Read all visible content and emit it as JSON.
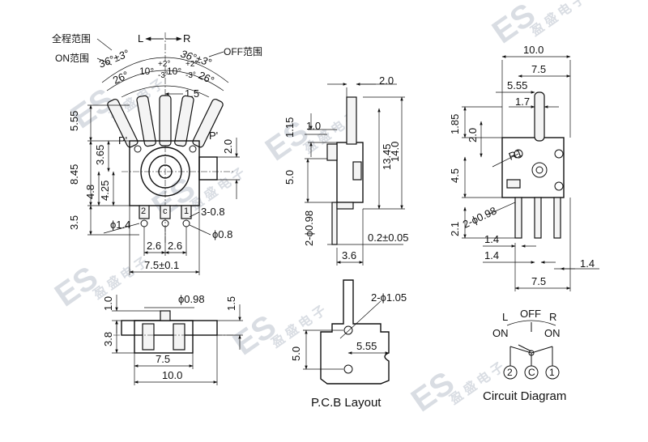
{
  "watermark": {
    "brand": "ES",
    "chars": "盈 盛 电 子"
  },
  "front_view": {
    "label_full_range": "全程范围",
    "label_on_range": "ON范围",
    "label_off_range": "OFF范围",
    "label_left": "L",
    "label_right": "R",
    "angle_left": "36°±3°",
    "angle_right": "36°±3°",
    "angle_26_left": "26°",
    "angle_26_right": "26°",
    "angle_10_left": "10°",
    "angle_10_right": "10°",
    "tol_plus": "+2°",
    "tol_minus": "-3°",
    "dim_1_5": "1.5",
    "dim_5_55": "5.55",
    "label_p": "P'",
    "label_p2": "P'",
    "dim_2_0": "2.0",
    "dim_3_65": "3.65",
    "dim_8_45": "8.45",
    "dim_4_8": "4.8",
    "dim_4_25": "4.25",
    "dim_3_5": "3.5",
    "dim_phi_1_4": "ϕ1.4",
    "dim_3_0_8": "3-0.8",
    "dim_phi_0_8": "ϕ0.8",
    "pin_2": "2",
    "pin_c": "c",
    "pin_1": "1",
    "dim_2_6a": "2.6",
    "dim_2_6b": "2.6",
    "dim_7_5_tol": "7.5±0.1"
  },
  "side_view": {
    "dim_2_0": "2.0",
    "dim_1_15": "1.15",
    "dim_1_0": "1.0",
    "dim_13_45": "13.45",
    "dim_14_0": "14.0",
    "dim_5_0": "5.0",
    "dim_2_phi_0_98": "2-ϕ0.98",
    "dim_0_2_tol": "0.2±0.05",
    "dim_3_6": "3.6"
  },
  "right_view": {
    "dim_10_0": "10.0",
    "dim_7_5": "7.5",
    "dim_5_55": "5.55",
    "dim_1_7": "1.7",
    "dim_1_85": "1.85",
    "dim_2_0": "2.0",
    "dim_r1": "R1",
    "dim_4_5": "4.5",
    "dim_2_phi_0_98": "2-ϕ0.98",
    "dim_2_1": "2.1",
    "dim_1_4a": "1.4",
    "dim_1_4b": "1.4",
    "dim_1_4c": "1.4",
    "dim_7_5b": "7.5"
  },
  "bottom_view": {
    "dim_1_0": "1.0",
    "dim_phi_0_98": "ϕ0.98",
    "dim_1_5": "1.5",
    "dim_3_8": "3.8",
    "dim_7_5": "7.5",
    "dim_10_0": "10.0"
  },
  "pcb_layout": {
    "dim_2_phi_1_05": "2-ϕ1.05",
    "dim_5_0": "5.0",
    "dim_5_55": "5.55",
    "caption": "P.C.B Layout"
  },
  "circuit": {
    "label_l": "L",
    "label_off": "OFF",
    "label_r": "R",
    "label_on_left": "ON",
    "label_on_right": "ON",
    "pin_2": "2",
    "pin_c": "C",
    "pin_1": "1",
    "caption": "Circuit Diagram"
  }
}
